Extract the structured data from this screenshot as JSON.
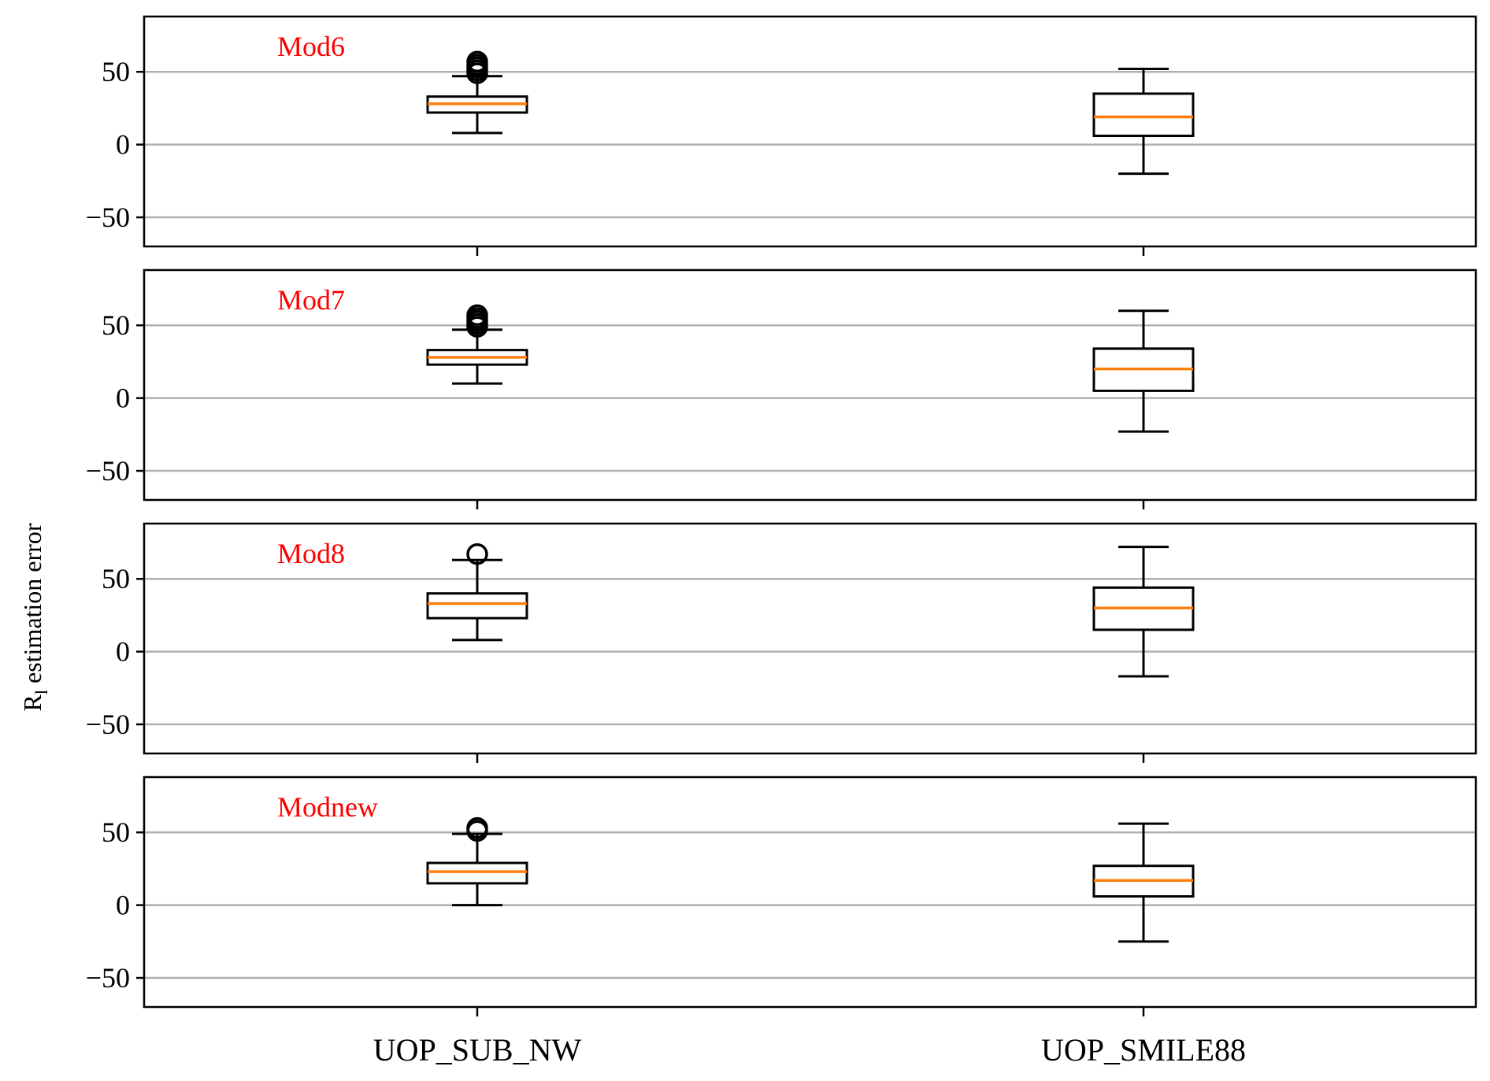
{
  "chart_data": {
    "type": "boxplot",
    "ylabel": "R",
    "ylabel_sub": "l",
    "ylabel_rest": " estimation error",
    "categories": [
      "UOP_SUB_NW",
      "UOP_SMILE88"
    ],
    "ylim": [
      -70,
      88
    ],
    "yticks": [
      -50,
      0,
      50
    ],
    "ytick_labels": [
      "−50",
      "0",
      "50"
    ],
    "grid": "horizontal",
    "colors": {
      "median": "#ff7f0e",
      "box": "#000000",
      "grid": "#b0b0b0",
      "panel_label": "#ff0000"
    },
    "panels": [
      {
        "label": "Mod6",
        "boxes": [
          {
            "category": "UOP_SUB_NW",
            "whislo": 8,
            "q1": 22,
            "med": 28,
            "q3": 33,
            "whishi": 47,
            "fliers": [
              49,
              51,
              53,
              55,
              57
            ]
          },
          {
            "category": "UOP_SMILE88",
            "whislo": -20,
            "q1": 6,
            "med": 19,
            "q3": 35,
            "whishi": 52,
            "fliers": []
          }
        ]
      },
      {
        "label": "Mod7",
        "boxes": [
          {
            "category": "UOP_SUB_NW",
            "whislo": 10,
            "q1": 23,
            "med": 28,
            "q3": 33,
            "whishi": 47,
            "fliers": [
              49,
              51,
              53,
              55,
              57
            ]
          },
          {
            "category": "UOP_SMILE88",
            "whislo": -23,
            "q1": 5,
            "med": 20,
            "q3": 34,
            "whishi": 60,
            "fliers": []
          }
        ]
      },
      {
        "label": "Mod8",
        "boxes": [
          {
            "category": "UOP_SUB_NW",
            "whislo": 8,
            "q1": 23,
            "med": 33,
            "q3": 40,
            "whishi": 63,
            "fliers": [
              67
            ]
          },
          {
            "category": "UOP_SMILE88",
            "whislo": -17,
            "q1": 15,
            "med": 30,
            "q3": 44,
            "whishi": 72,
            "fliers": []
          }
        ]
      },
      {
        "label": "Modnew",
        "boxes": [
          {
            "category": "UOP_SUB_NW",
            "whislo": 0,
            "q1": 15,
            "med": 23,
            "q3": 29,
            "whishi": 49,
            "fliers": [
              51,
              53
            ]
          },
          {
            "category": "UOP_SMILE88",
            "whislo": -25,
            "q1": 6,
            "med": 17,
            "q3": 27,
            "whishi": 56,
            "fliers": []
          }
        ]
      }
    ]
  }
}
